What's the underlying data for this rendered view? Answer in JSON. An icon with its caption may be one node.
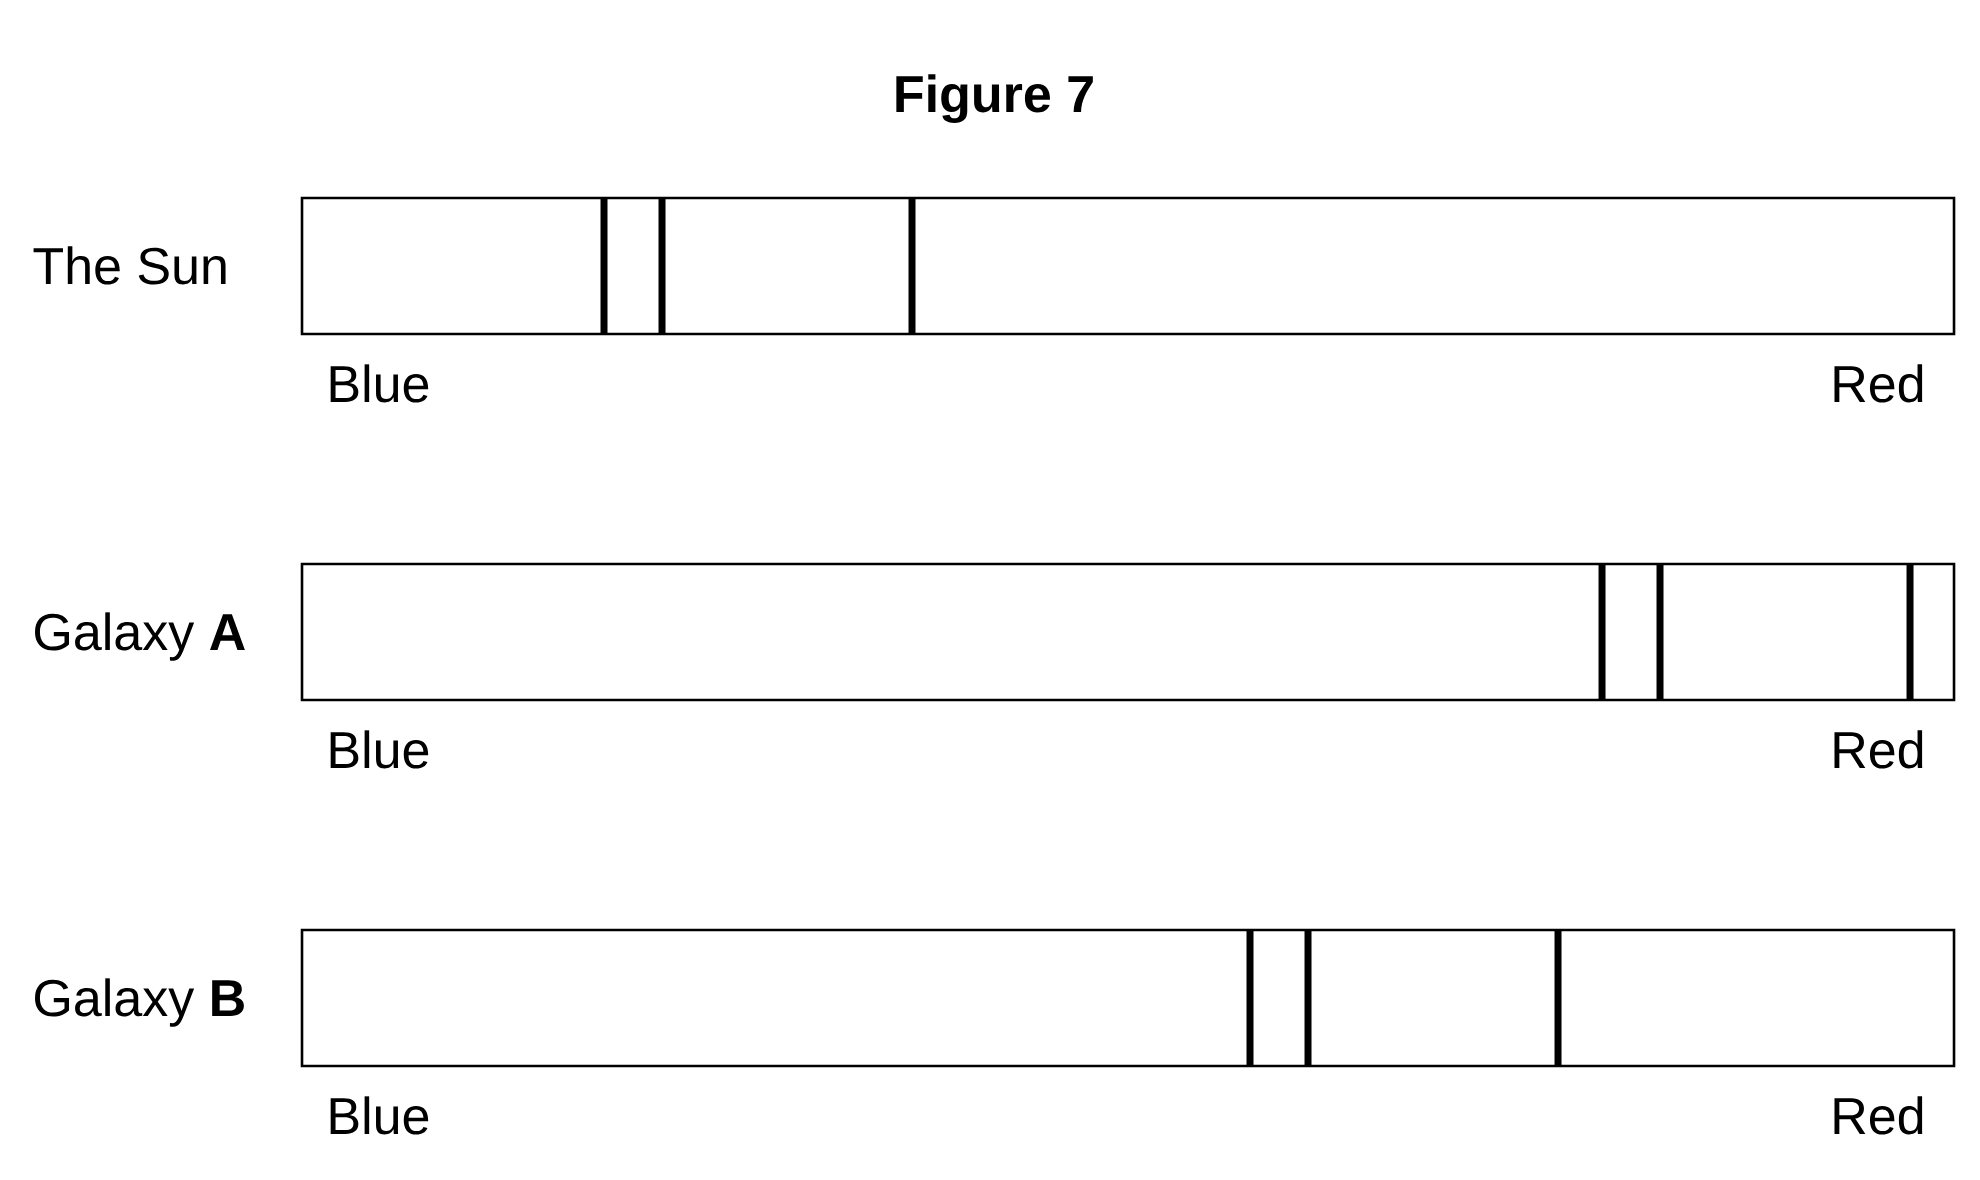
{
  "diagram": {
    "title": "Figure 7",
    "nodes": [
      {
        "text": [],
        "shape": "bar",
        "beside": [
          "The Sun",
          "Blue",
          "Red"
        ]
      },
      {
        "text": [],
        "shape": "bar",
        "beside": [
          "Galaxy **A**",
          "Blue",
          "Red"
        ]
      },
      {
        "text": [],
        "shape": "bar",
        "beside": [
          "Galaxy **B**",
          "Blue",
          "Red"
        ]
      }
    ]
  }
}
